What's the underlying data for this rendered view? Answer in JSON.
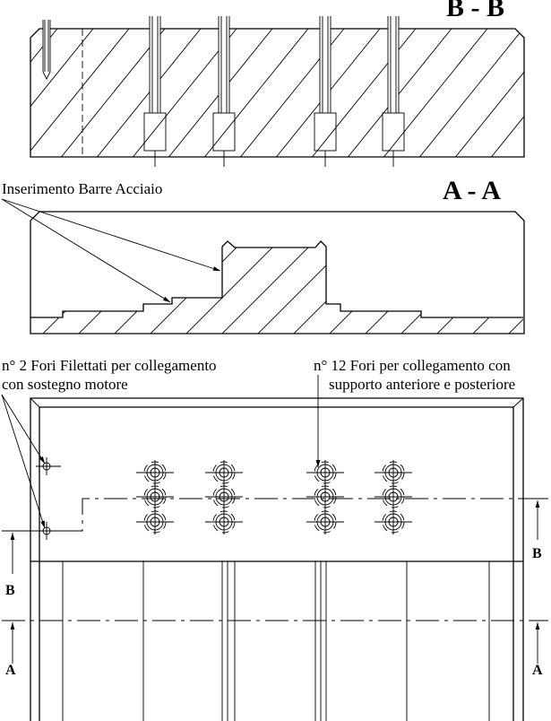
{
  "sections": {
    "bb_title": "B - B",
    "aa_title": "A - A"
  },
  "callouts": {
    "steel_bars": "Inserimento Barre Acciaio",
    "threaded_holes_line1": "n° 2 Fori Filettati per collegamento",
    "threaded_holes_line2": "con sostegno motore",
    "holes_line1": "n° 12 Fori per collegamento con",
    "holes_line2": "supporto anteriore e posteriore"
  },
  "cut_markers": {
    "left_b": "B",
    "left_a": "A",
    "right_b": "B",
    "right_a": "A"
  }
}
